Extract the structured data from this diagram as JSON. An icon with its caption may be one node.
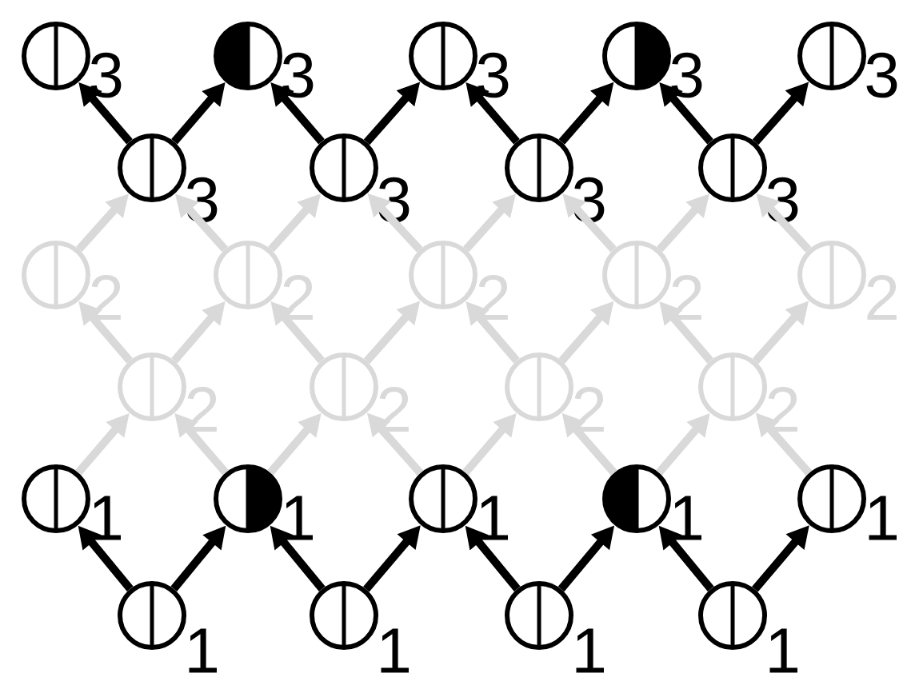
{
  "diagram": {
    "nodes": [
      {
        "text": [],
        "shape": "circle",
        "beside": [
          "3"
        ]
      },
      {
        "text": [],
        "shape": "circle",
        "beside": [
          "3"
        ]
      },
      {
        "text": [],
        "shape": "circle",
        "beside": [
          "3"
        ]
      },
      {
        "text": [],
        "shape": "circle",
        "beside": [
          "3"
        ]
      },
      {
        "text": [],
        "shape": "circle",
        "beside": [
          "3"
        ]
      },
      {
        "text": [],
        "shape": "circle",
        "beside": [
          "3"
        ]
      },
      {
        "text": [],
        "shape": "circle",
        "beside": [
          "3"
        ]
      },
      {
        "text": [],
        "shape": "circle",
        "beside": [
          "3"
        ]
      },
      {
        "text": [],
        "shape": "circle",
        "beside": [
          "3"
        ]
      },
      {
        "text": [],
        "shape": "circle",
        "beside": [
          "2"
        ]
      },
      {
        "text": [],
        "shape": "circle",
        "beside": [
          "2"
        ]
      },
      {
        "text": [],
        "shape": "circle",
        "beside": [
          "2"
        ]
      },
      {
        "text": [],
        "shape": "circle",
        "beside": [
          "2"
        ]
      },
      {
        "text": [],
        "shape": "circle",
        "beside": [
          "2"
        ]
      },
      {
        "text": [],
        "shape": "circle",
        "beside": [
          "2"
        ]
      },
      {
        "text": [],
        "shape": "circle",
        "beside": [
          "2"
        ]
      },
      {
        "text": [],
        "shape": "circle",
        "beside": [
          "2"
        ]
      },
      {
        "text": [],
        "shape": "circle",
        "beside": [
          "2"
        ]
      },
      {
        "text": [],
        "shape": "circle",
        "beside": [
          "1"
        ]
      },
      {
        "text": [],
        "shape": "circle",
        "beside": [
          "1"
        ]
      },
      {
        "text": [],
        "shape": "circle",
        "beside": [
          "1"
        ]
      },
      {
        "text": [],
        "shape": "circle",
        "beside": [
          "1"
        ]
      },
      {
        "text": [],
        "shape": "circle",
        "beside": [
          "1"
        ]
      },
      {
        "text": [],
        "shape": "circle",
        "beside": [
          "1"
        ]
      },
      {
        "text": [],
        "shape": "circle",
        "beside": [
          "1"
        ]
      },
      {
        "text": [],
        "shape": "circle",
        "beside": [
          "1"
        ]
      },
      {
        "text": [],
        "shape": "circle",
        "beside": [
          "1"
        ]
      }
    ],
    "edges": [
      {
        "from": 5,
        "to": 0,
        "arrow": "to",
        "color": "#000000"
      },
      {
        "from": 5,
        "to": 1,
        "arrow": "to",
        "color": "#000000"
      },
      {
        "from": 6,
        "to": 1,
        "arrow": "to",
        "color": "#000000"
      },
      {
        "from": 6,
        "to": 2,
        "arrow": "to",
        "color": "#000000"
      },
      {
        "from": 7,
        "to": 2,
        "arrow": "to",
        "color": "#000000"
      },
      {
        "from": 7,
        "to": 3,
        "arrow": "to",
        "color": "#000000"
      },
      {
        "from": 8,
        "to": 3,
        "arrow": "to",
        "color": "#000000"
      },
      {
        "from": 8,
        "to": 4,
        "arrow": "to",
        "color": "#000000"
      },
      {
        "from": 9,
        "to": 5,
        "arrow": "to"
      },
      {
        "from": 10,
        "to": 5,
        "arrow": "to"
      },
      {
        "from": 10,
        "to": 6,
        "arrow": "to"
      },
      {
        "from": 11,
        "to": 6,
        "arrow": "to"
      },
      {
        "from": 11,
        "to": 7,
        "arrow": "to"
      },
      {
        "from": 12,
        "to": 7,
        "arrow": "to"
      },
      {
        "from": 12,
        "to": 8,
        "arrow": "to"
      },
      {
        "from": 13,
        "to": 8,
        "arrow": "to"
      },
      {
        "from": 14,
        "to": 9,
        "arrow": "to"
      },
      {
        "from": 14,
        "to": 10,
        "arrow": "to"
      },
      {
        "from": 15,
        "to": 10,
        "arrow": "to"
      },
      {
        "from": 15,
        "to": 11,
        "arrow": "to"
      },
      {
        "from": 16,
        "to": 11,
        "arrow": "to"
      },
      {
        "from": 16,
        "to": 12,
        "arrow": "to"
      },
      {
        "from": 17,
        "to": 12,
        "arrow": "to"
      },
      {
        "from": 17,
        "to": 13,
        "arrow": "to"
      },
      {
        "from": 18,
        "to": 14,
        "arrow": "to"
      },
      {
        "from": 19,
        "to": 14,
        "arrow": "to"
      },
      {
        "from": 19,
        "to": 15,
        "arrow": "to"
      },
      {
        "from": 20,
        "to": 15,
        "arrow": "to"
      },
      {
        "from": 20,
        "to": 16,
        "arrow": "to"
      },
      {
        "from": 21,
        "to": 16,
        "arrow": "to"
      },
      {
        "from": 21,
        "to": 17,
        "arrow": "to"
      },
      {
        "from": 22,
        "to": 17,
        "arrow": "to"
      },
      {
        "from": 23,
        "to": 18,
        "arrow": "to",
        "color": "#000000"
      },
      {
        "from": 23,
        "to": 19,
        "arrow": "to",
        "color": "#000000"
      },
      {
        "from": 24,
        "to": 19,
        "arrow": "to",
        "color": "#000000"
      },
      {
        "from": 24,
        "to": 20,
        "arrow": "to",
        "color": "#000000"
      },
      {
        "from": 25,
        "to": 20,
        "arrow": "to",
        "color": "#000000"
      },
      {
        "from": 25,
        "to": 21,
        "arrow": "to",
        "color": "#000000"
      },
      {
        "from": 26,
        "to": 21,
        "arrow": "to",
        "color": "#000000"
      },
      {
        "from": 26,
        "to": 22,
        "arrow": "to",
        "color": "#000000"
      }
    ]
  }
}
